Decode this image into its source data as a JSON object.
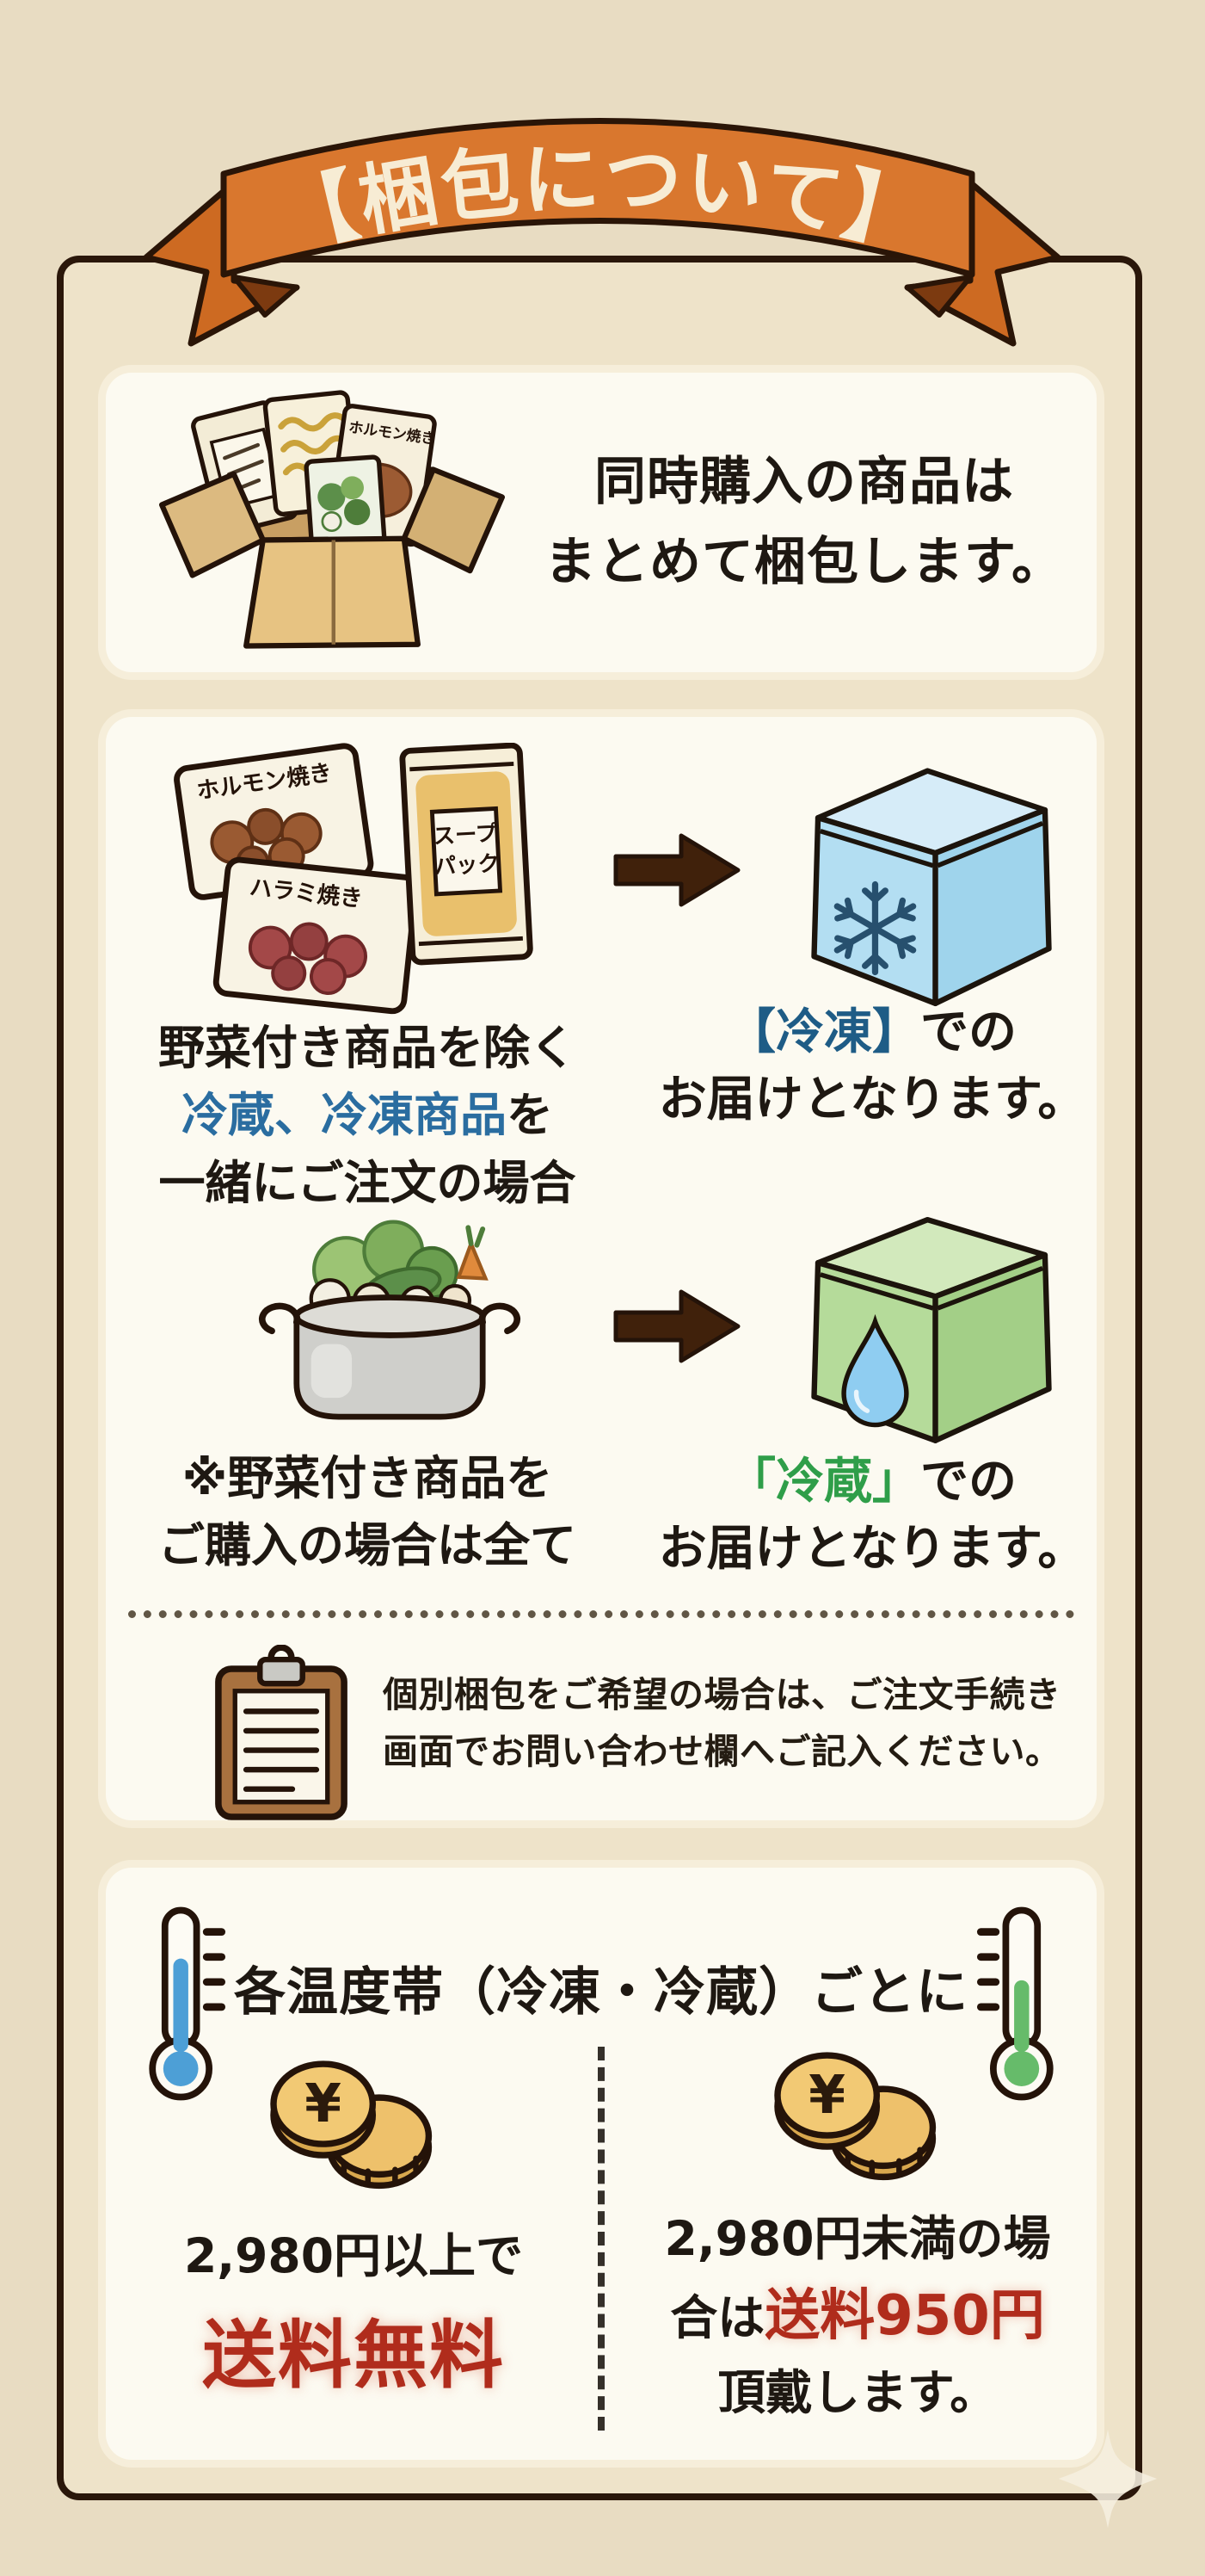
{
  "banner": {
    "title": "【梱包について】"
  },
  "card1": {
    "line1": "同時購入の商品は",
    "line2": "まとめて梱包します。",
    "package_label": "ホルモン焼き"
  },
  "card2": {
    "left1": {
      "l1": "野菜付き商品を除く",
      "l2_hl": "冷蔵、冷凍商品",
      "l2_rest": "を",
      "l3": "一緒にご注文の場合"
    },
    "right1": {
      "hl": "【冷凍】",
      "rest": "での",
      "line2": "お届けとなります。"
    },
    "left2": {
      "l1": "※野菜付き商品を",
      "l2": "ご購入の場合は全て"
    },
    "right2": {
      "hl": "「冷蔵」",
      "rest": "での",
      "line2": "お届けとなります。"
    },
    "note": {
      "l1": "個別梱包をご希望の場合は、ご注文手続き",
      "l2": "画面でお問い合わせ欄へご記入ください。"
    },
    "packages": {
      "p1": "ホルモン焼き",
      "p2": "ハラミ焼き",
      "p3a": "スープ",
      "p3b": "パック"
    }
  },
  "card3": {
    "title": "各温度帯（冷凍・冷蔵）ごとに",
    "left": {
      "line1": "2,980円以上で",
      "line2": "送料無料"
    },
    "right": {
      "l1": "2,980円未満の場",
      "l2_pre": "合は",
      "l2_hl": "送料950円",
      "l3": "頂戴します。"
    },
    "coin_symbol": "¥"
  },
  "colors": {
    "ribbon_orange": "#d9772e",
    "highlight_blue": "#2a6da0",
    "frozen_label_blue": "#1e5c86",
    "highlight_green": "#2f9e49",
    "highlight_red": "#b02c1c",
    "freezer_box_blue": "#b3def2",
    "fridge_box_green": "#b5db9a"
  }
}
